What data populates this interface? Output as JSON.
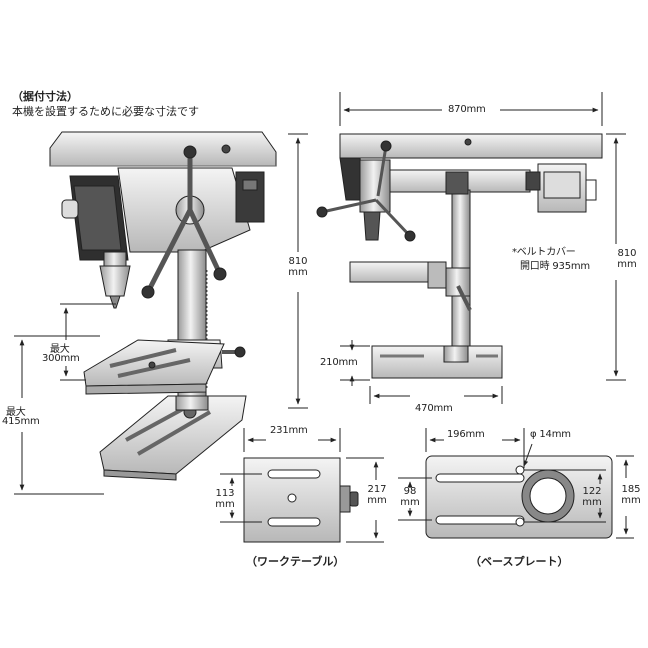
{
  "header": {
    "title": "（据付寸法）",
    "subtitle": "本機を設置するために必要な寸法です"
  },
  "side_view": {
    "height": "810\nmm",
    "table_travel_label": "最大",
    "table_travel_value": "300mm",
    "chuck_to_base_label": "最大",
    "chuck_to_base_value": "415mm"
  },
  "front_view": {
    "width": "870mm",
    "height": "810\nmm",
    "belt_cover_note_1": "*ベルトカバー",
    "belt_cover_note_2": "開口時 935mm",
    "base_height": "210mm",
    "base_width": "470mm"
  },
  "work_table": {
    "width": "231mm",
    "slot_pitch": "113\nmm",
    "depth": "217\nmm",
    "caption": "（ワークテーブル）"
  },
  "base_plate": {
    "slot_length": "196mm",
    "hole_diameter": "φ 14mm",
    "slot_pitch": "98\nmm",
    "hole_pitch": "122\nmm",
    "depth": "185\nmm",
    "caption": "（ベースプレート）"
  },
  "colors": {
    "line": "#222222",
    "metal_light": "#e8e8e8",
    "metal_mid": "#bdbdbd",
    "metal_dark": "#555555"
  }
}
